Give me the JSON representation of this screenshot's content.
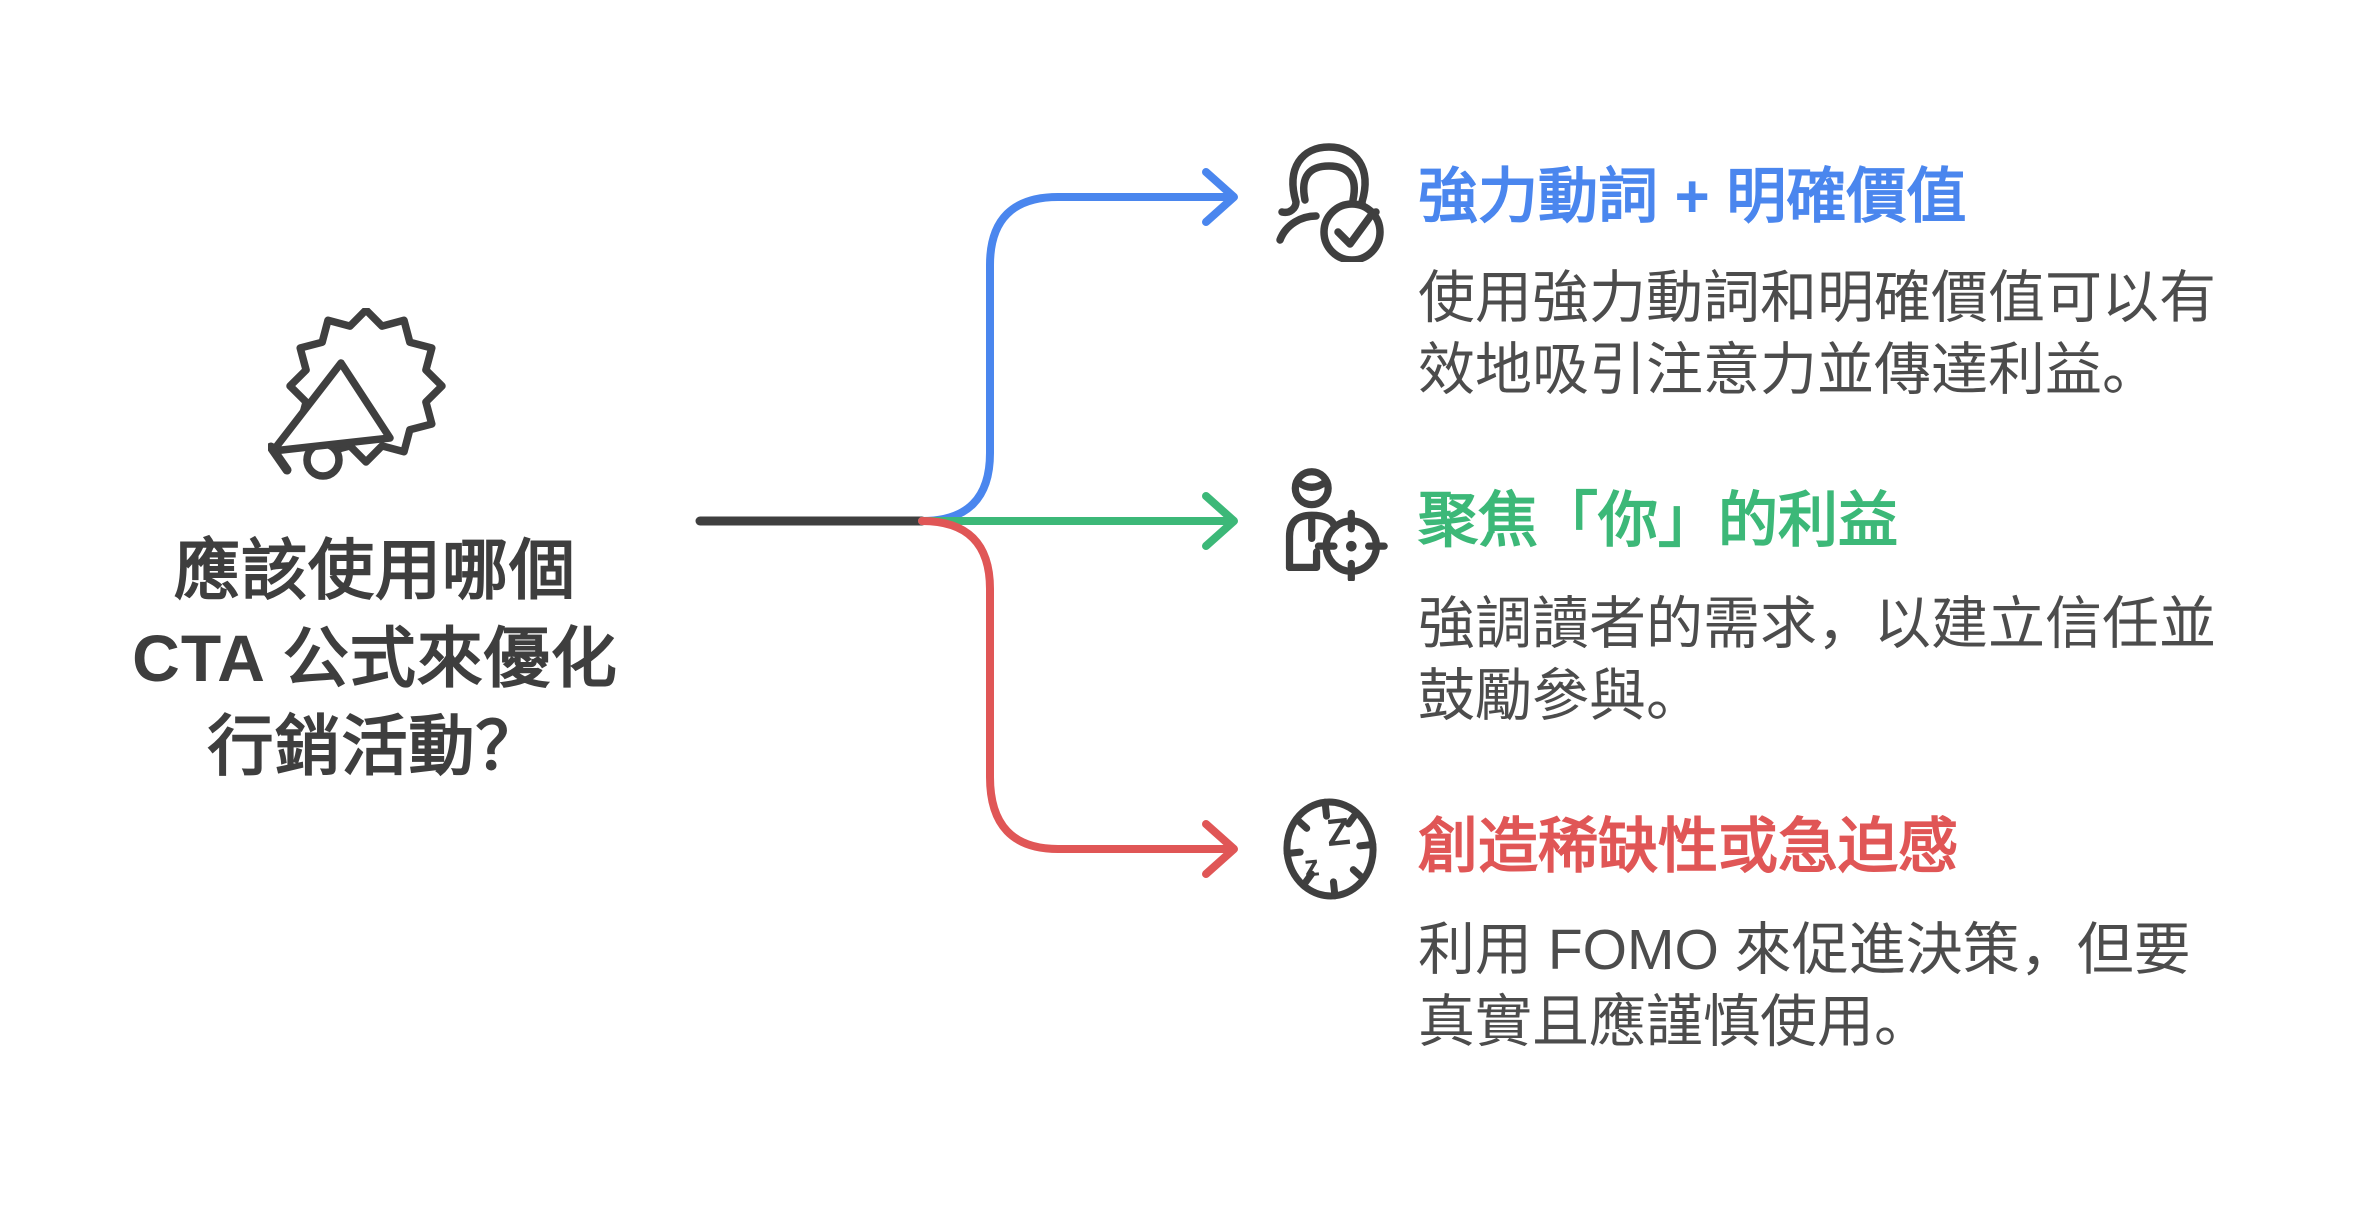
{
  "colors": {
    "background": "#ffffff",
    "trunk": "#3f3f3f",
    "icon": "#3f3f3f",
    "root_title": "#3e3e3e",
    "description": "#4c4c4c",
    "branch_blue": "#4a86ee",
    "branch_green": "#3cb878",
    "branch_red": "#e05656"
  },
  "root": {
    "icon": "megaphone-burst-icon",
    "title_lines": [
      "應該使用哪個",
      "CTA 公式來優化",
      "行銷活動？"
    ]
  },
  "branches": [
    {
      "id": "power-verb-clear-value",
      "accent": "#4a86ee",
      "icon": "user-check-icon",
      "title": "強力動詞 + 明確價值",
      "desc_lines": [
        "使用強力動詞和明確價值可以有",
        "效地吸引注意力並傳達利益。"
      ]
    },
    {
      "id": "focus-on-you-benefit",
      "accent": "#3cb878",
      "icon": "person-target-icon",
      "title": "聚焦「你」的利益",
      "desc_lines": [
        "強調讀者的需求，以建立信任並",
        "鼓勵參與。"
      ]
    },
    {
      "id": "scarcity-urgency",
      "accent": "#e05656",
      "icon": "snooze-clock-icon",
      "title": "創造稀缺性或急迫感",
      "desc_lines": [
        "利用 FOMO 來促進決策，但要",
        "真實且應謹慎使用。"
      ]
    }
  ]
}
